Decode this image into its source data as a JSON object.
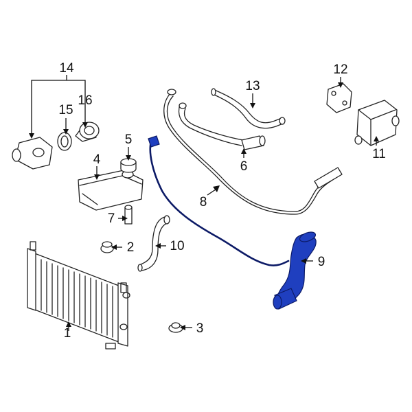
{
  "diagram": {
    "highlight_color": "#1f3fbf",
    "callouts": [
      {
        "id": "1",
        "label": "1"
      },
      {
        "id": "2",
        "label": "2"
      },
      {
        "id": "3",
        "label": "3"
      },
      {
        "id": "4",
        "label": "4"
      },
      {
        "id": "5",
        "label": "5"
      },
      {
        "id": "6",
        "label": "6"
      },
      {
        "id": "7",
        "label": "7"
      },
      {
        "id": "8",
        "label": "8"
      },
      {
        "id": "9",
        "label": "9"
      },
      {
        "id": "10",
        "label": "10"
      },
      {
        "id": "11",
        "label": "11"
      },
      {
        "id": "12",
        "label": "12"
      },
      {
        "id": "13",
        "label": "13"
      },
      {
        "id": "14",
        "label": "14"
      },
      {
        "id": "15",
        "label": "15"
      },
      {
        "id": "16",
        "label": "16"
      }
    ]
  }
}
